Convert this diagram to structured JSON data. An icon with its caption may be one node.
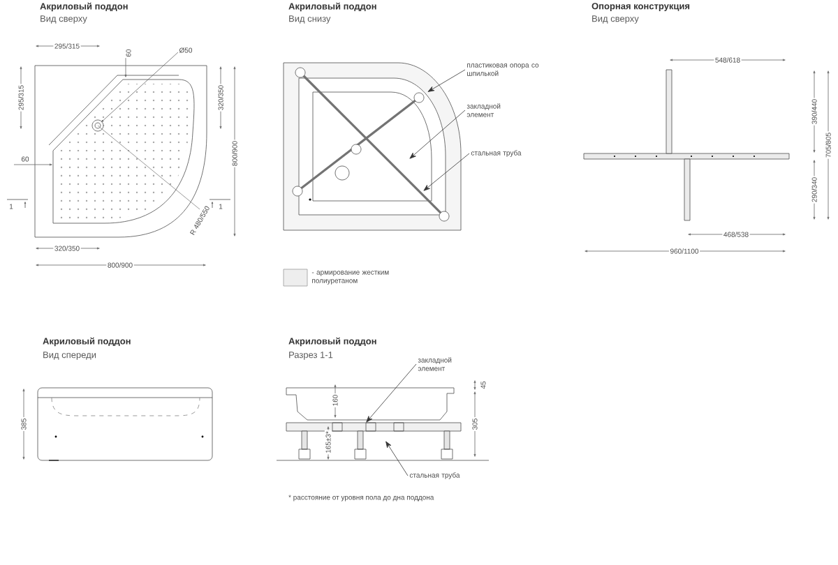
{
  "diagram": {
    "nodes": [
      {
        "text": [
          "пластиковая опора со шпилькой"
        ]
      },
      {
        "text": [
          "закладной элемент"
        ]
      },
      {
        "text": [
          "стальная труба"
        ]
      },
      {
        "text": [
          "закладной элемент"
        ]
      },
      {
        "text": [
          "стальная труба"
        ]
      }
    ],
    "edges": [
      {
        "from": 0,
        "to": null,
        "arrow": "to"
      },
      {
        "from": 1,
        "to": null,
        "arrow": "to"
      },
      {
        "from": 2,
        "to": null,
        "arrow": "to"
      },
      {
        "from": 3,
        "to": null,
        "arrow": "to"
      },
      {
        "from": 4,
        "to": null,
        "arrow": "to"
      }
    ],
    "labels": [
      "Акриловый поддон",
      "Вид сверху",
      "Акриловый поддон",
      "Вид снизу",
      "Опорная конструкция",
      "Вид сверху",
      "295/315",
      "60",
      "Ø50",
      "295/315",
      "320/350",
      "800/900",
      "60",
      "1",
      "1",
      "R 480/550",
      "320/350",
      "800/900",
      "548/618",
      "390/440",
      "705/805",
      "290/340",
      "468/538",
      "960/1100",
      "Акриловый поддон",
      "Вид спереди",
      "385",
      "Акриловый поддон",
      "Разрез 1-1",
      "45",
      "160",
      "305",
      "165±3*",
      "* расстояние от уровня пола до дна поддона"
    ],
    "legend": [
      {
        "text": "- армирование жестким полиуретаном",
        "color": "#eeeeee"
      }
    ]
  }
}
